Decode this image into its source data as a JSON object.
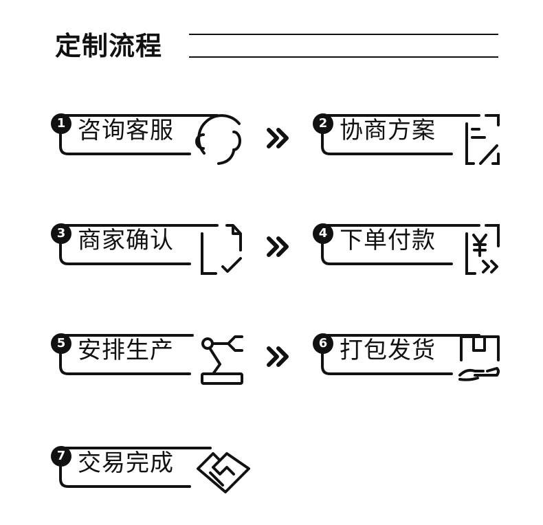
{
  "header": {
    "title": "定制流程"
  },
  "steps": [
    {
      "number": "1",
      "label": "咨询客服",
      "icon": "headset-icon"
    },
    {
      "number": "2",
      "label": "协商方案",
      "icon": "plan-document-icon"
    },
    {
      "number": "3",
      "label": "商家确认",
      "icon": "document-check-icon"
    },
    {
      "number": "4",
      "label": "下单付款",
      "icon": "yuan-payment-icon"
    },
    {
      "number": "5",
      "label": "安排生产",
      "icon": "robot-arm-icon"
    },
    {
      "number": "6",
      "label": "打包发货",
      "icon": "package-hand-icon"
    },
    {
      "number": "7",
      "label": "交易完成",
      "icon": "handshake-icon"
    }
  ],
  "connector_icon": "double-chevron-right-icon"
}
